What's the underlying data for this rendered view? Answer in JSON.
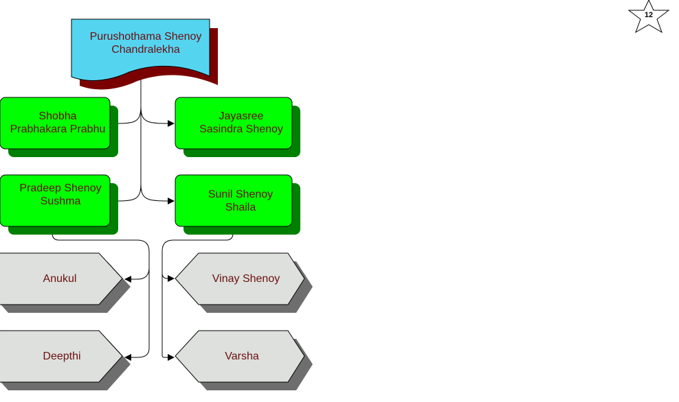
{
  "root": {
    "line1": "Purushothama Shenoy",
    "line2": "Chandralekha"
  },
  "children_left": [
    {
      "line1": "Shobha",
      "line2": "Prabhakara Prabhu"
    },
    {
      "line1": "Pradeep Shenoy",
      "line2": "Sushma"
    }
  ],
  "children_right": [
    {
      "line1": "Jayasree",
      "line2": "Sasindra Shenoy"
    },
    {
      "line1": "Sunil Shenoy",
      "line2": "Shaila"
    }
  ],
  "grandchildren_left": [
    {
      "label": "Anukul"
    },
    {
      "label": "Deepthi"
    }
  ],
  "grandchildren_right": [
    {
      "label": "Vinay Shenoy"
    },
    {
      "label": "Varsha"
    }
  ],
  "page_badge": {
    "number": "12"
  },
  "colors": {
    "root_fill": "#55d4f0",
    "root_shadow": "#7a0000",
    "child_fill": "#00ff00",
    "child_shadow": "#008000",
    "grandchild_fill": "#dde0dd",
    "grandchild_shadow": "#6e6e6e",
    "text": "#6b0f0f"
  }
}
